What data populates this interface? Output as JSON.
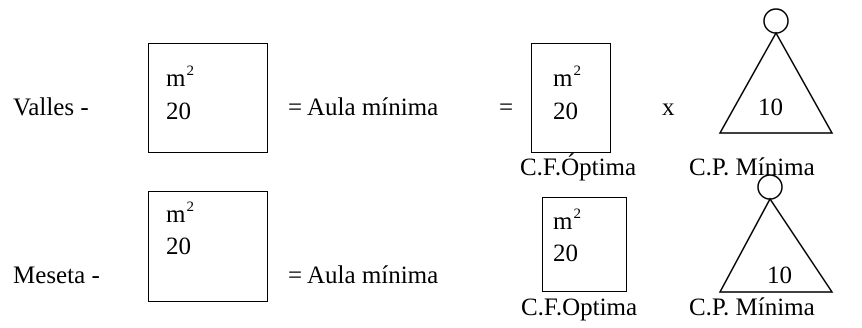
{
  "row1": {
    "label": "Valles -",
    "box1": {
      "unit": "m",
      "exp": "2",
      "value": "20"
    },
    "eq1": "= Aula mínima",
    "eq2": "=",
    "box2": {
      "unit": "m",
      "exp": "2",
      "value": "20",
      "caption": "C.F.Óptima"
    },
    "times": "x",
    "triangle": {
      "value": "10",
      "caption": "C.P. Mínima"
    }
  },
  "row2": {
    "label": "Meseta -",
    "box1": {
      "unit": "m",
      "exp": "2",
      "value": "20"
    },
    "eq1": "= Aula mínima",
    "box2": {
      "unit": "m",
      "exp": "2",
      "value": "20",
      "caption": "C.F.Optima"
    },
    "triangle": {
      "value": "10",
      "caption": "C.P. Mínima"
    }
  }
}
